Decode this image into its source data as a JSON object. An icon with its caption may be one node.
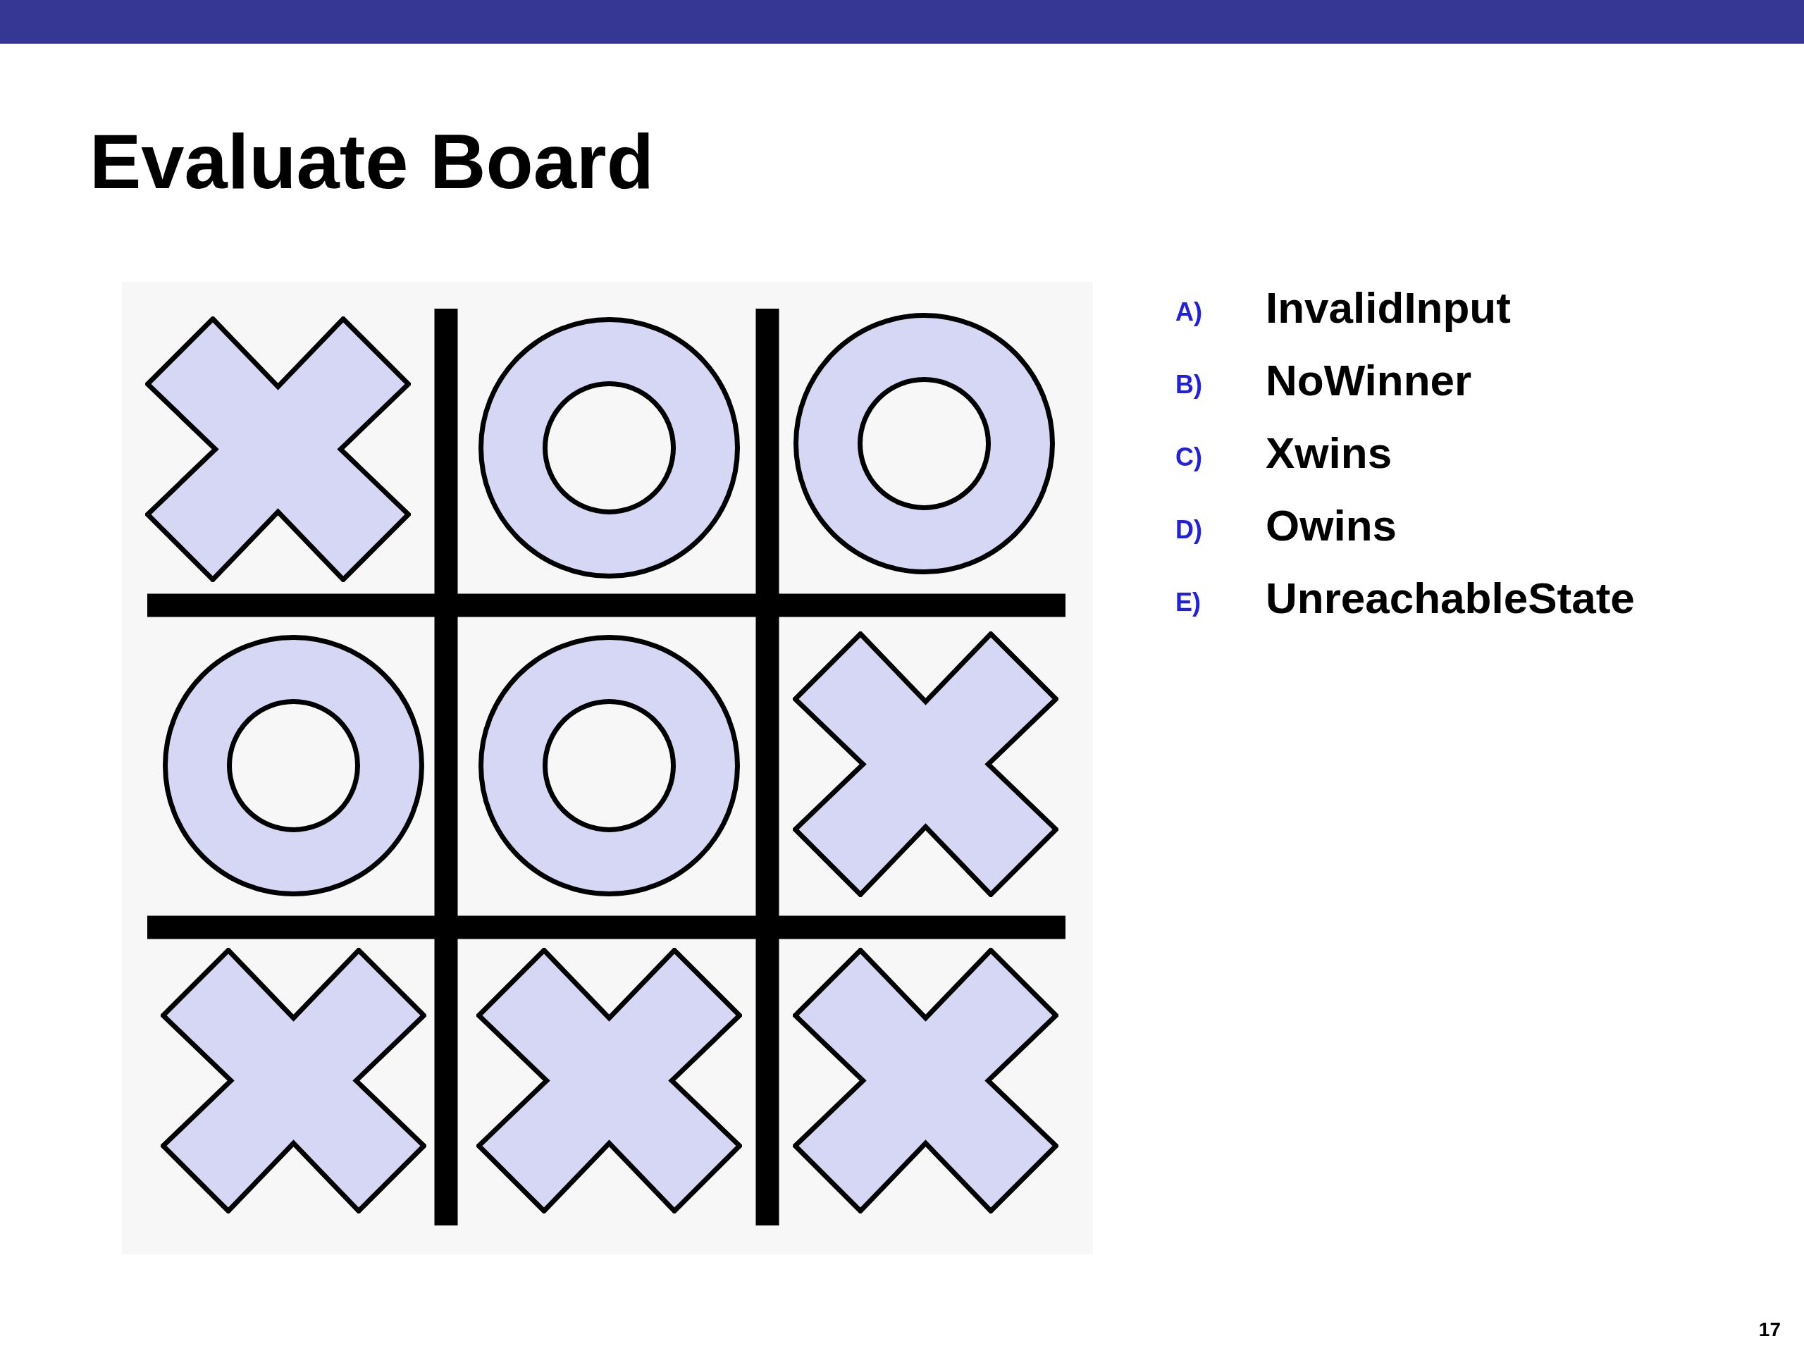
{
  "diagram": {
    "title": "Evaluate Board",
    "nodes": [
      {
        "text": [],
        "shape": "cross"
      },
      {
        "text": [],
        "shape": "ring"
      },
      {
        "text": [],
        "shape": "ring"
      },
      {
        "text": [],
        "shape": "ring"
      },
      {
        "text": [],
        "shape": "ring"
      },
      {
        "text": [],
        "shape": "cross"
      },
      {
        "text": [],
        "shape": "cross"
      },
      {
        "text": [],
        "shape": "cross"
      },
      {
        "text": [],
        "shape": "cross"
      }
    ],
    "labels": [
      "A)",
      "InvalidInput",
      "B)",
      "NoWinner",
      "C)",
      "Xwins",
      "D)",
      "Owins",
      "E)",
      "UnreachableState",
      "17"
    ]
  }
}
